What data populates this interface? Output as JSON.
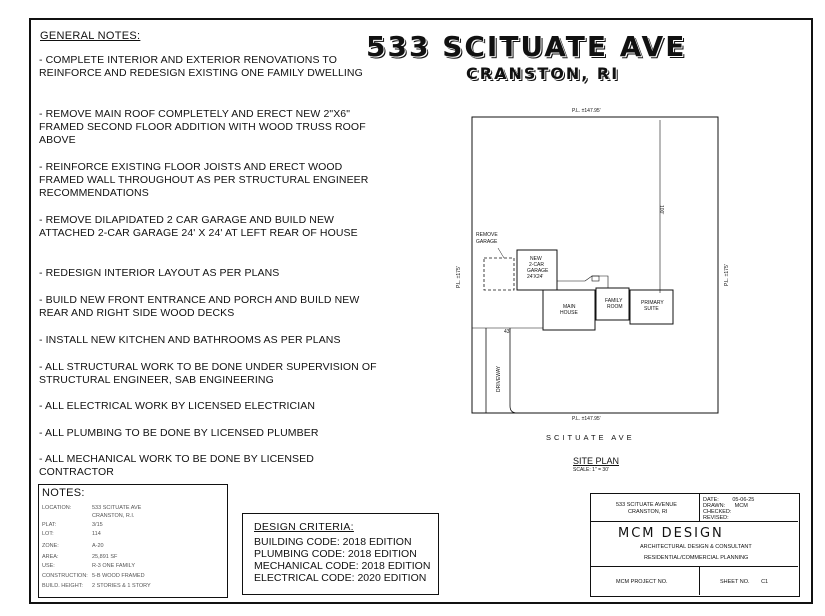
{
  "project": {
    "title": "533 SCITUATE AVE",
    "subtitle": "CRANSTON, RI"
  },
  "general_notes": {
    "heading": "GENERAL NOTES:",
    "items": [
      "- COMPLETE INTERIOR AND EXTERIOR RENOVATIONS TO REINFORCE AND REDESIGN EXISTING ONE FAMILY DWELLING",
      "- REMOVE MAIN ROOF COMPLETELY AND ERECT NEW 2\"x6\" FRAMED SECOND FLOOR ADDITION WITH WOOD TRUSS ROOF ABOVE",
      "- REINFORCE EXISTING FLOOR JOISTS AND ERECT WOOD FRAMED WALL THROUGHOUT AS PER STRUCTURAL ENGINEER RECOMMENDATIONS",
      "- REMOVE DILAPIDATED 2 CAR GARAGE AND BUILD NEW ATTACHED 2-CAR GARAGE 24' x 24' AT LEFT REAR OF HOUSE",
      "- REDESIGN INTERIOR LAYOUT AS PER PLANS",
      "- BUILD NEW FRONT ENTRANCE AND PORCH AND BUILD NEW REAR AND RIGHT SIDE WOOD DECKS",
      "- INSTALL NEW KITCHEN AND BATHROOMS AS PER PLANS",
      "- ALL STRUCTURAL WORK TO BE DONE UNDER SUPERVISION OF STRUCTURAL ENGINEER, SAB ENGINEERING",
      "- ALL ELECTRICAL WORK BY LICENSED ELECTRICIAN",
      "- ALL PLUMBING TO BE DONE BY LICENSED PLUMBER",
      "- ALL MECHANICAL WORK TO BE DONE BY LICENSED CONTRACTOR"
    ]
  },
  "site_plan": {
    "pl_top": "P.L. ±147.95'",
    "pl_bottom": "P.L. ±147.95'",
    "pl_left": "P.L. ±175'",
    "pl_right": "P.L. ±175'",
    "dim_100": "100'",
    "dim_43": "43'",
    "remove_garage_1": "REMOVE",
    "remove_garage_2": "GARAGE",
    "new_garage_1": "NEW",
    "new_garage_2": "2-CAR",
    "new_garage_3": "GARAGE",
    "new_garage_4": "24'X24'",
    "main_house_1": "MAIN",
    "main_house_2": "HOUSE",
    "family_room_1": "FAMILY",
    "family_room_2": "ROOM",
    "primary_suite_1": "PRIMARY",
    "primary_suite_2": "SUITE",
    "driveway": "DRIVEWAY",
    "street": "SCITUATE AVE",
    "label": "SITE PLAN",
    "scale": "SCALE: 1\" = 30'"
  },
  "notes": {
    "heading": "NOTES:",
    "rows": [
      {
        "k": "LOCATION:",
        "v": "533 SCITUATE AVE"
      },
      {
        "k": "",
        "v": "CRANSTON, R.I."
      },
      {
        "k": "PLAT:",
        "v": "3/15"
      },
      {
        "k": "LOT:",
        "v": "114"
      },
      {
        "k": "ZONE:",
        "v": "A-20"
      },
      {
        "k": "AREA:",
        "v": "25,891 SF"
      },
      {
        "k": "USE:",
        "v": "R-3 ONE FAMILY"
      },
      {
        "k": "CONSTRUCTION:",
        "v": "5-B WOOD FRAMED"
      },
      {
        "k": "BUILD. HEIGHT:",
        "v": "2 STORIES & 1 STORY"
      }
    ]
  },
  "design_criteria": {
    "heading": "DESIGN CRITERIA:",
    "lines": [
      "BUILDING CODE: 2018 EDITION",
      "PLUMBING CODE: 2018 EDITION",
      "MECHANICAL CODE: 2018 EDITION",
      "ELECTRICAL CODE: 2020 EDITION"
    ]
  },
  "title_block": {
    "addr1": "533 SCITUATE AVENUE",
    "addr2": "CRANSTON, RI",
    "date_label": "DATE:",
    "date_value": "05-06-25",
    "drawn_label": "DRAWN:",
    "drawn_value": "MCM",
    "checked_label": "CHECKED:",
    "revised_label": "REVISED:",
    "firm": "MCM DESIGN",
    "firm_sub1": "ARCHITECTURAL DESIGN & CONSULTANT",
    "firm_sub2": "RESIDENTIAL/COMMERCIAL PLANNING",
    "project_no_label": "MCM PROJECT NO.",
    "sheet_label": "SHEET NO.",
    "sheet_value": "C1"
  }
}
